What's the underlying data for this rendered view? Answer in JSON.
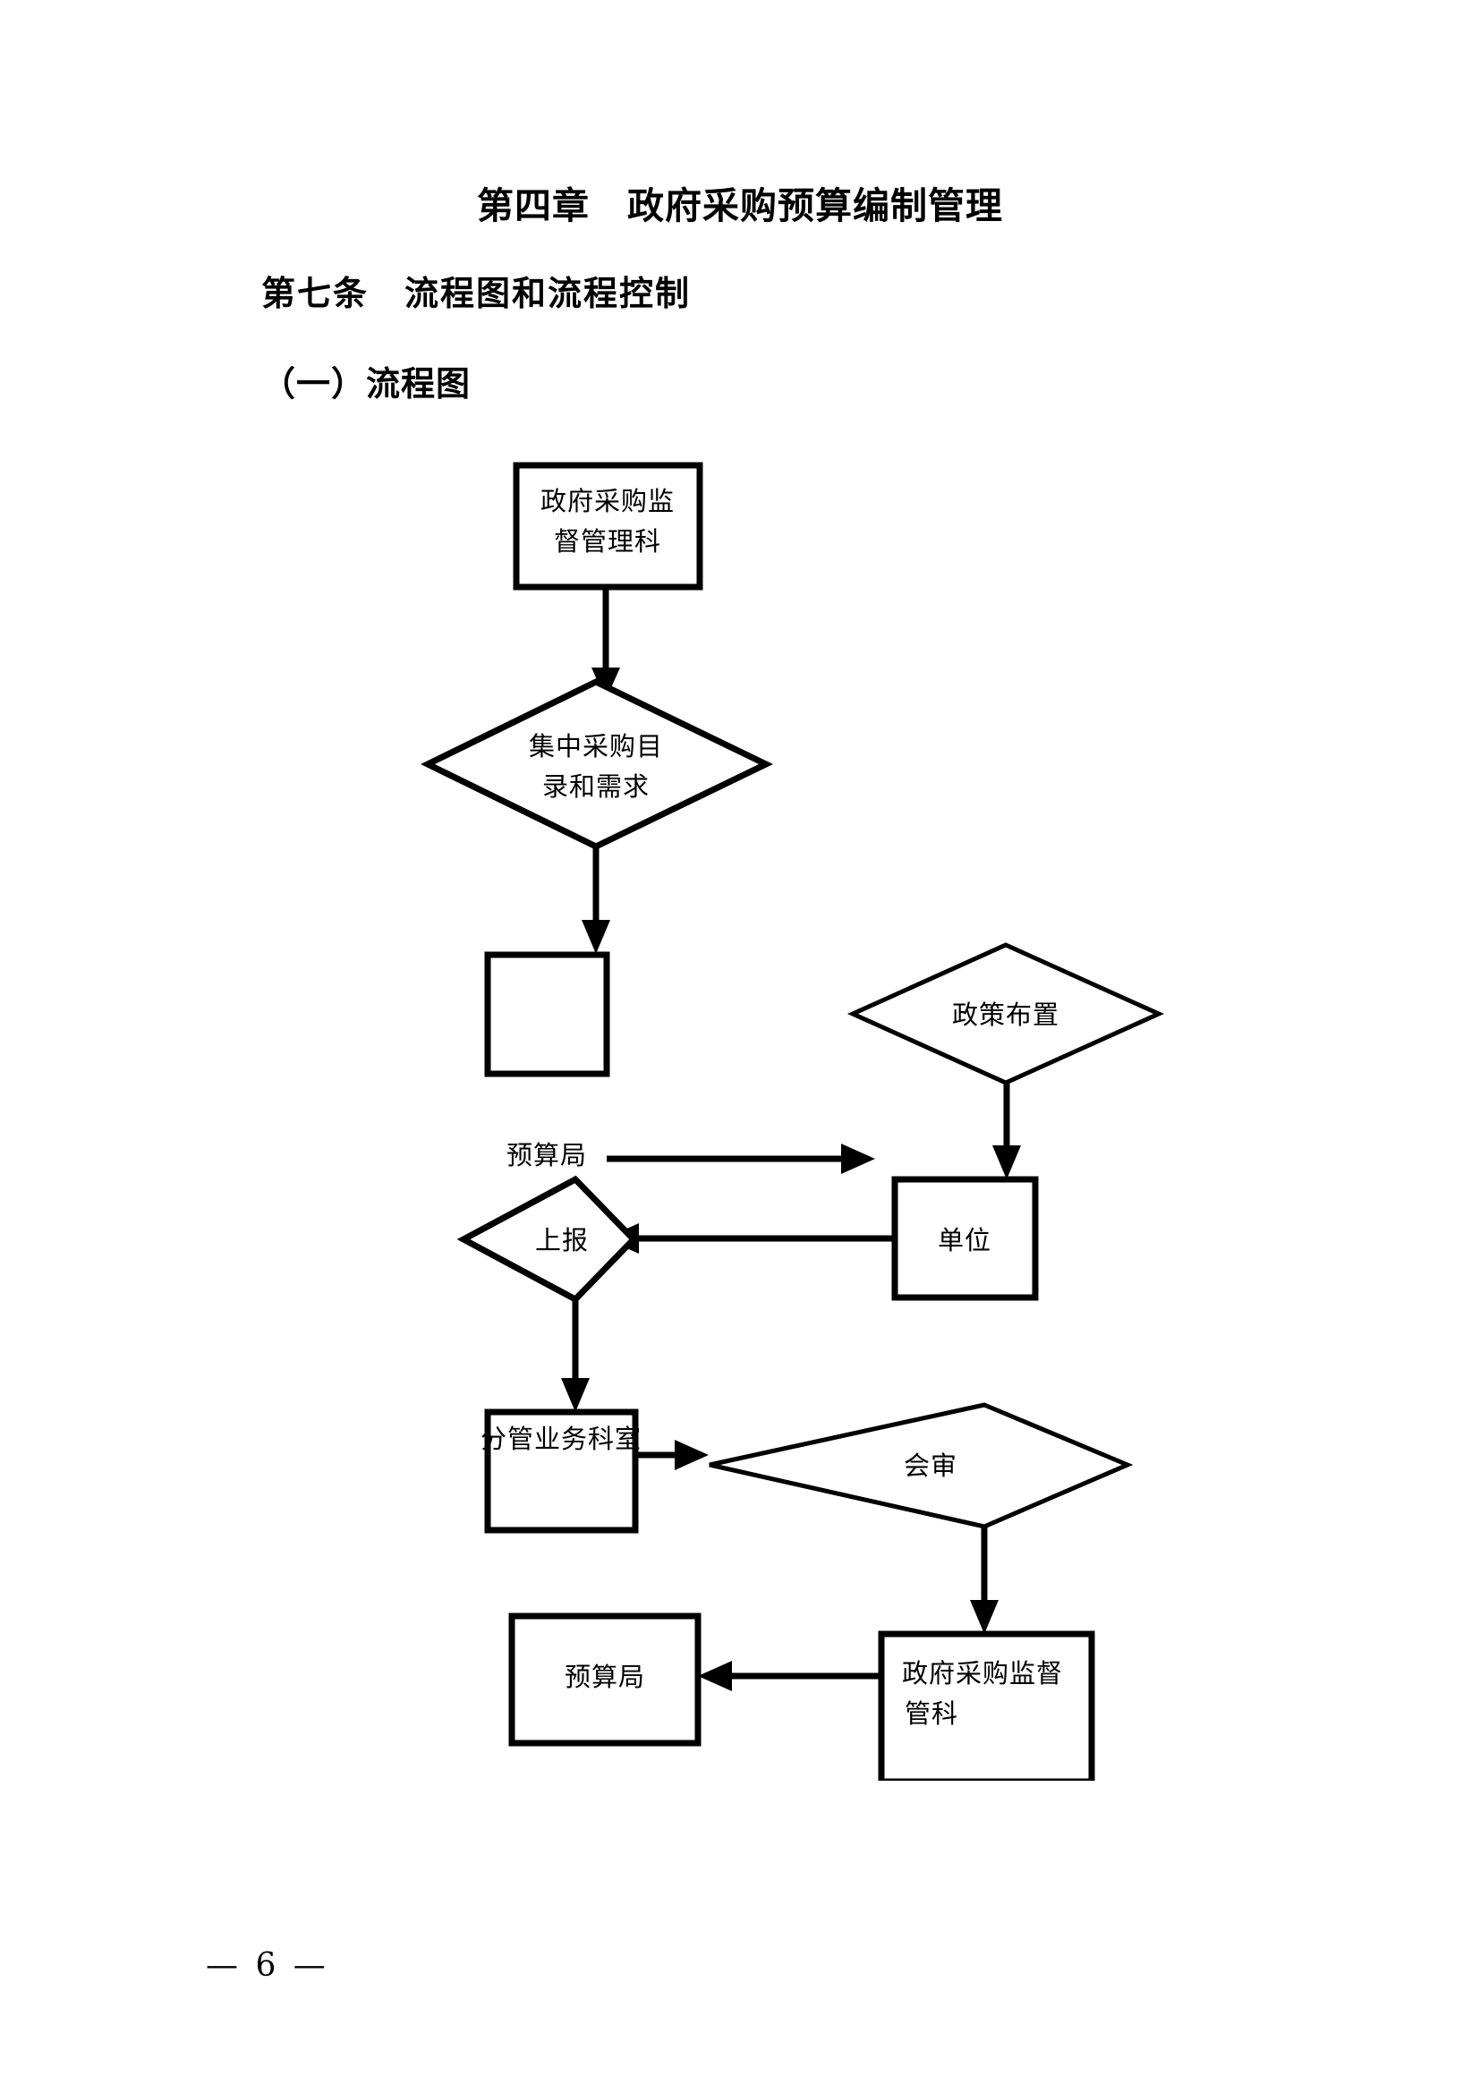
{
  "document": {
    "chapter_title": "第四章　政府采购预算编制管理",
    "article_heading": "第七条　流程图和流程控制",
    "section_heading": "（一）流程图",
    "page_number": "— 6 —"
  },
  "flowchart": {
    "nodes": [
      {
        "id": "n1",
        "shape": "rect",
        "label_line1": "政府采购监",
        "label_line2": "督管理科",
        "label": "政府采购监督管理科"
      },
      {
        "id": "n2",
        "shape": "diamond",
        "label_line1": "集中采购目",
        "label_line2": "录和需求",
        "label": "集中采购目录和需求"
      },
      {
        "id": "n3",
        "shape": "rect",
        "label_line1": "预算局",
        "label_line2": "",
        "label": "预算局"
      },
      {
        "id": "n4",
        "shape": "diamond",
        "label_line1": "政策布置",
        "label_line2": "",
        "label": "政策布置"
      },
      {
        "id": "n5",
        "shape": "diamond",
        "label_line1": "上报",
        "label_line2": "",
        "label": "上报"
      },
      {
        "id": "n6",
        "shape": "rect",
        "label_line1": "单位",
        "label_line2": "",
        "label": "单位"
      },
      {
        "id": "n7",
        "shape": "rect",
        "label_line1": "分管业务科室",
        "label_line2": "",
        "label": "分管业务科室"
      },
      {
        "id": "n8",
        "shape": "diamond",
        "label_line1": "会审",
        "label_line2": "",
        "label": "会审"
      },
      {
        "id": "n9",
        "shape": "rect",
        "label_line1": "预算局",
        "label_line2": "",
        "label": "预算局"
      },
      {
        "id": "n10",
        "shape": "rect",
        "label_line1": "政府采购监督",
        "label_line2": "管科",
        "label": "政府采购监督管科"
      }
    ],
    "edges": [
      {
        "from": "n1",
        "to": "n2",
        "direction": "down"
      },
      {
        "from": "n2",
        "to": "n3",
        "direction": "down"
      },
      {
        "from": "n3",
        "to": "n4",
        "direction": "right"
      },
      {
        "from": "n4",
        "to": "n6",
        "direction": "down"
      },
      {
        "from": "n6",
        "to": "n5",
        "direction": "left"
      },
      {
        "from": "n5",
        "to": "n7",
        "direction": "down"
      },
      {
        "from": "n7",
        "to": "n8",
        "direction": "right"
      },
      {
        "from": "n8",
        "to": "n10",
        "direction": "down"
      },
      {
        "from": "n10",
        "to": "n9",
        "direction": "left"
      }
    ]
  },
  "colors": {
    "ink": "#000000",
    "paper": "#ffffff"
  }
}
